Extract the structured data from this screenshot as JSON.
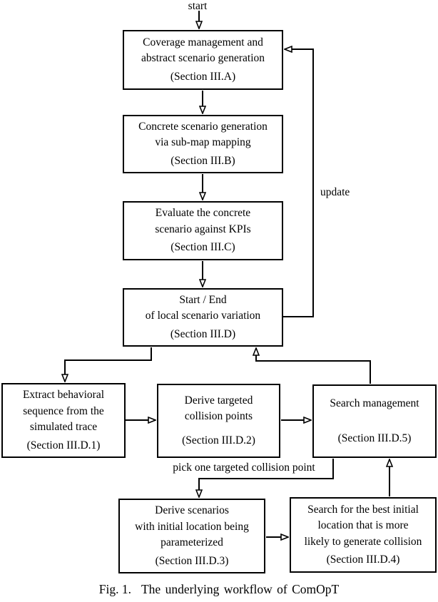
{
  "figure": {
    "labels": {
      "start": "start",
      "update": "update",
      "pick_one": "pick one targeted collision point"
    },
    "caption": {
      "tag": "Fig. 1.",
      "text": "The underlying workflow of ComOpT"
    },
    "nodes": {
      "coverage": {
        "lines": [
          "Coverage management and",
          "abstract scenario generation"
        ],
        "section": "(Section III.A)"
      },
      "concrete": {
        "lines": [
          "Concrete scenario generation",
          "via sub-map mapping"
        ],
        "section": "(Section III.B)"
      },
      "evaluate": {
        "lines": [
          "Evaluate the concrete",
          "scenario against KPIs"
        ],
        "section": "(Section III.C)"
      },
      "start_end": {
        "lines": [
          "Start / End",
          "of local scenario variation"
        ],
        "section": "(Section III.D)"
      },
      "extract": {
        "lines": [
          "Extract behavioral",
          "sequence from the",
          "simulated trace"
        ],
        "section": "(Section III.D.1)"
      },
      "derive_targets": {
        "lines": [
          "Derive targeted",
          "collision points"
        ],
        "section": "(Section III.D.2)"
      },
      "search_mgmt": {
        "lines": [
          "Search management"
        ],
        "section": "(Section III.D.5)"
      },
      "derive_scenarios": {
        "lines": [
          "Derive scenarios",
          "with initial location being",
          "parameterized"
        ],
        "section": "(Section III.D.3)"
      },
      "search_best": {
        "lines": [
          "Search for the best initial",
          "location that is more",
          "likely to generate collision"
        ],
        "section": "(Section III.D.4)"
      }
    },
    "colors": {
      "line": "#000000",
      "background": "#ffffff"
    }
  }
}
